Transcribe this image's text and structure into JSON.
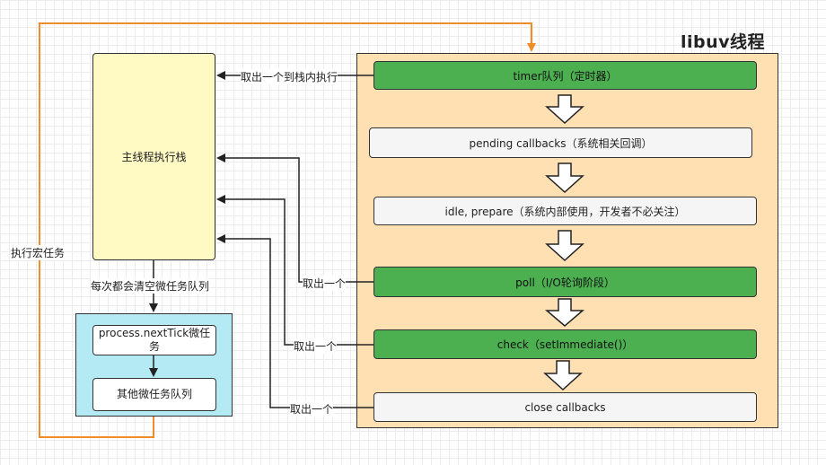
{
  "libuv_title": "libuv线程",
  "phases": [
    "timer队列（定时器）",
    "pending callbacks（系统相关回调）",
    "idle, prepare（系统内部使用，开发者不必关注）",
    "poll（I/O轮询阶段）",
    "check（setImmediate()）",
    "close callbacks"
  ],
  "main_stack_label": "主线程执行栈",
  "microtask_labels": [
    "process.nextTick微任务",
    "其他微任务队列"
  ],
  "edge_labels": {
    "timer_to_stack": "取出一个到栈内执行",
    "poll_to_stack": "取出一个",
    "check_to_stack": "取出一个",
    "close_to_stack": "取出一个",
    "clear_microtasks": "每次都会清空微任务队列",
    "execute_macrotask": "执行宏任务"
  },
  "colors": {
    "green": "#4caf50",
    "gray": "#f5f5f5",
    "orange": "#f28c28",
    "container": "#ffe0b3",
    "main_stack": "#fff9c4",
    "micro_container": "#b3eaf3"
  }
}
